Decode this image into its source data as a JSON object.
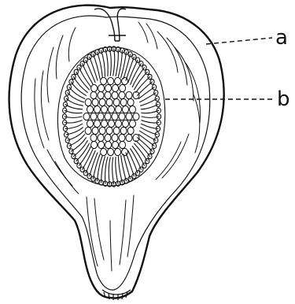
{
  "figure": {
    "subject": "fig-fruit-longitudinal-section",
    "labels": [
      {
        "key": "a",
        "text": "a"
      },
      {
        "key": "b",
        "text": "b"
      }
    ],
    "colors": {
      "ink": "#111111",
      "paper": "#ffffff"
    }
  }
}
